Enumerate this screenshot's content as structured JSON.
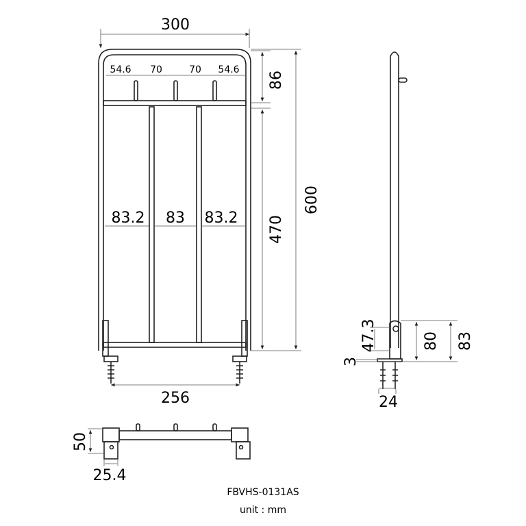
{
  "front": {
    "width": "300",
    "top_spacing": [
      "54.6",
      "70",
      "70",
      "54.6"
    ],
    "top_height": "86",
    "bar_spacing": [
      "83.2",
      "83",
      "83.2"
    ],
    "lower_height": "470",
    "total_height": "600",
    "foot_spacing": "256"
  },
  "side": {
    "bracket_screw": "47.3",
    "bracket_height": "80",
    "overall": "83",
    "plate": "3",
    "foot_spacing": "24"
  },
  "bottom": {
    "depth": "50",
    "bracket_width": "25.4"
  },
  "model": "FBVHS-0131AS",
  "unit": "unit : mm"
}
